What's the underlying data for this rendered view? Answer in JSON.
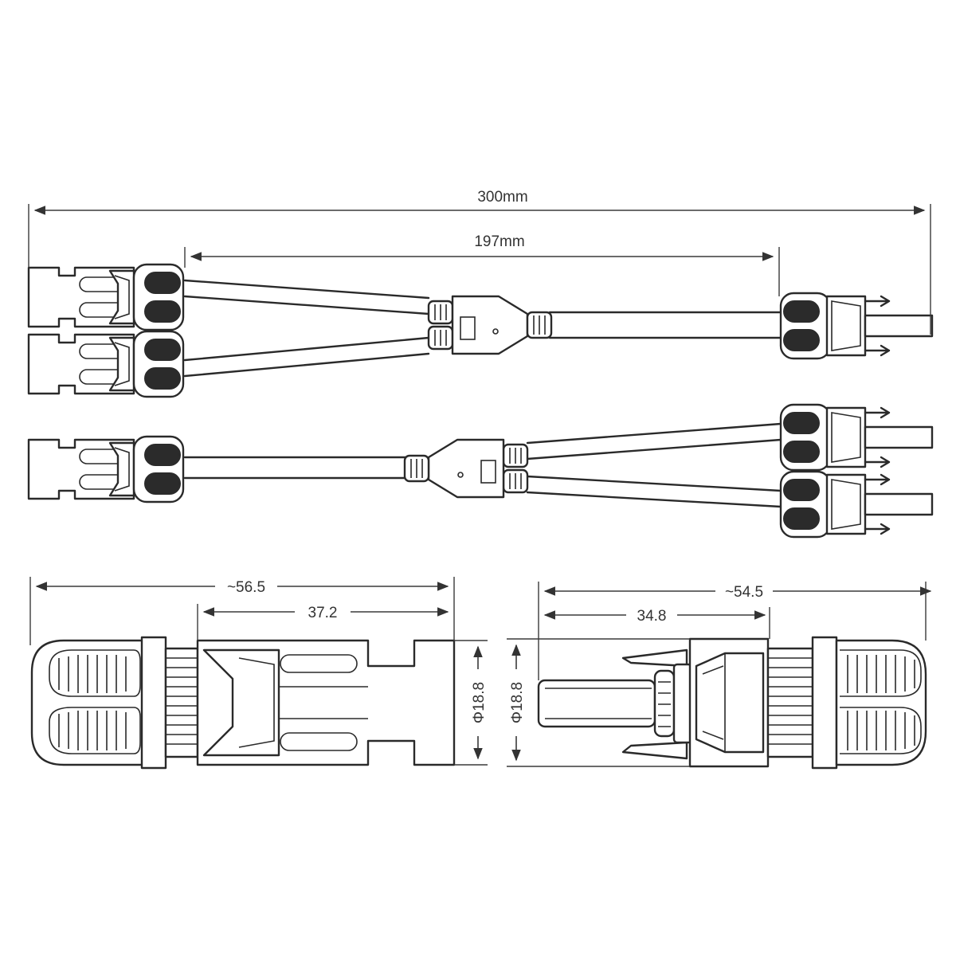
{
  "dimensions": {
    "total_length": "300mm",
    "branch_length": "197mm",
    "female_overall": "~56.5",
    "female_body": "37.2",
    "male_overall": "~54.5",
    "male_body": "34.8",
    "female_diameter": "Φ18.8",
    "male_diameter": "Φ18.8"
  },
  "colors": {
    "line": "#2a2a2a",
    "dark_fill": "#2b2b2b",
    "background": "#ffffff"
  }
}
